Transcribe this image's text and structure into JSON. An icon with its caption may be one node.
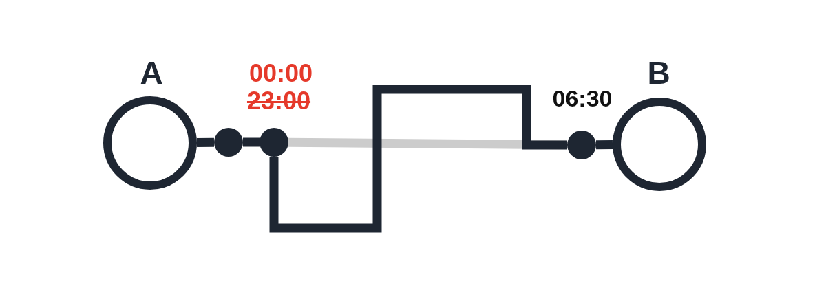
{
  "diagram": {
    "nodes": [
      {
        "text": [
          "A"
        ]
      },
      {
        "text": [],
        "shape": "circle"
      },
      {
        "text": [],
        "shape": "circle",
        "beside": [
          "00:00",
          "23:00"
        ]
      },
      {
        "text": [],
        "shape": "circle"
      },
      {
        "text": [
          "B"
        ]
      }
    ],
    "edges": [
      {
        "from": 0,
        "to": 1,
        "arrow": "none"
      },
      {
        "from": 1,
        "to": 2,
        "arrow": "none"
      },
      {
        "from": 2,
        "to": 3,
        "arrow": "none"
      },
      {
        "from": 2,
        "to": 3,
        "arrow": "none",
        "color": "#cccccc"
      },
      {
        "from": 3,
        "to": 4,
        "arrow": "none"
      }
    ],
    "labels": [
      "06:30"
    ]
  }
}
